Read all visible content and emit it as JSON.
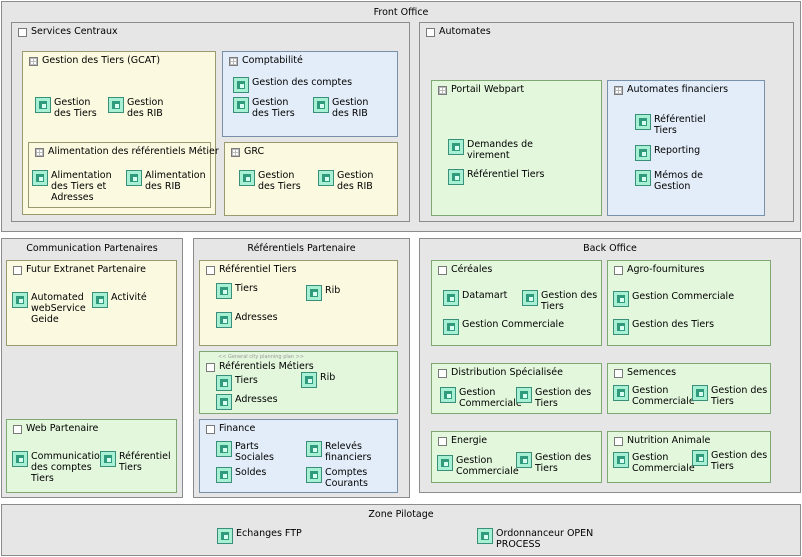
{
  "front_office": {
    "title": "Front Office",
    "services_centraux": {
      "title": "Services Centraux",
      "gcat": {
        "title": "Gestion des Tiers (GCAT)",
        "items": [
          "Gestion des Tiers",
          "Gestion des RIB"
        ]
      },
      "alimentation": {
        "title": "Alimentation des référentiels Métier",
        "items": [
          "Alimentation des Tiers et Adresses",
          "Alimentation des RIB"
        ]
      },
      "comptabilite": {
        "title": "Comptabilité",
        "items": [
          "Gestion des comptes",
          "Gestion des Tiers",
          "Gestion des RIB"
        ]
      },
      "grc": {
        "title": "GRC",
        "items": [
          "Gestion des Tiers",
          "Gestion des RIB"
        ]
      }
    },
    "automates": {
      "title": "Automates",
      "portail": {
        "title": "Portail Webpart",
        "items": [
          "Demandes de virement",
          "Référentiel Tiers"
        ]
      },
      "financiers": {
        "title": "Automates financiers",
        "items": [
          "Référentiel Tiers",
          "Reporting",
          "Mémos de Gestion"
        ]
      }
    }
  },
  "communication_partenaires": {
    "title": "Communication Partenaires",
    "extranet": {
      "title": "Futur Extranet Partenaire",
      "items": [
        "Automated webService Geide",
        "Activité"
      ]
    },
    "web": {
      "title": "Web Partenaire",
      "items": [
        "Communication des comptes Tiers",
        "Référentiel Tiers"
      ]
    }
  },
  "referentiels_partenaires": {
    "title": "Référentiels Partenaire",
    "ref_tiers": {
      "title": "Référentiel Tiers",
      "items": [
        "Tiers",
        "Rib",
        "Adresses"
      ]
    },
    "ref_metiers": {
      "note": "<< General city planning plan >>",
      "title": "Référentiels Métiers",
      "items": [
        "Tiers",
        "Rib",
        "Adresses"
      ]
    },
    "finance": {
      "title": "Finance",
      "items": [
        "Parts Sociales",
        "Relevés financiers",
        "Soldes",
        "Comptes Courants"
      ]
    }
  },
  "back_office": {
    "title": "Back Office",
    "cereales": {
      "title": "Céréales",
      "items": [
        "Datamart",
        "Gestion des Tiers",
        "Gestion Commerciale"
      ]
    },
    "agro": {
      "title": "Agro-fournitures",
      "items": [
        "Gestion Commerciale",
        "Gestion des Tiers"
      ]
    },
    "distribution": {
      "title": "Distribution Spécialisée",
      "items": [
        "Gestion Commerciale",
        "Gestion des Tiers"
      ]
    },
    "semences": {
      "title": "Semences",
      "items": [
        "Gestion Commerciale",
        "Gestion des Tiers"
      ]
    },
    "energie": {
      "title": "Energie",
      "items": [
        "Gestion Commerciale",
        "Gestion des Tiers"
      ]
    },
    "nutrition": {
      "title": "Nutrition Animale",
      "items": [
        "Gestion Commerciale",
        "Gestion des Tiers"
      ]
    }
  },
  "zone_pilotage": {
    "title": "Zone Pilotage",
    "items": [
      "Echanges FTP",
      "Ordonnanceur OPEN PROCESS"
    ]
  },
  "colors": {
    "gray": "#e6e6e6",
    "yellow": "#fbf9df",
    "blue": "#e3edf9",
    "green": "#e3f7dd",
    "icon": "#a8f0d4"
  }
}
